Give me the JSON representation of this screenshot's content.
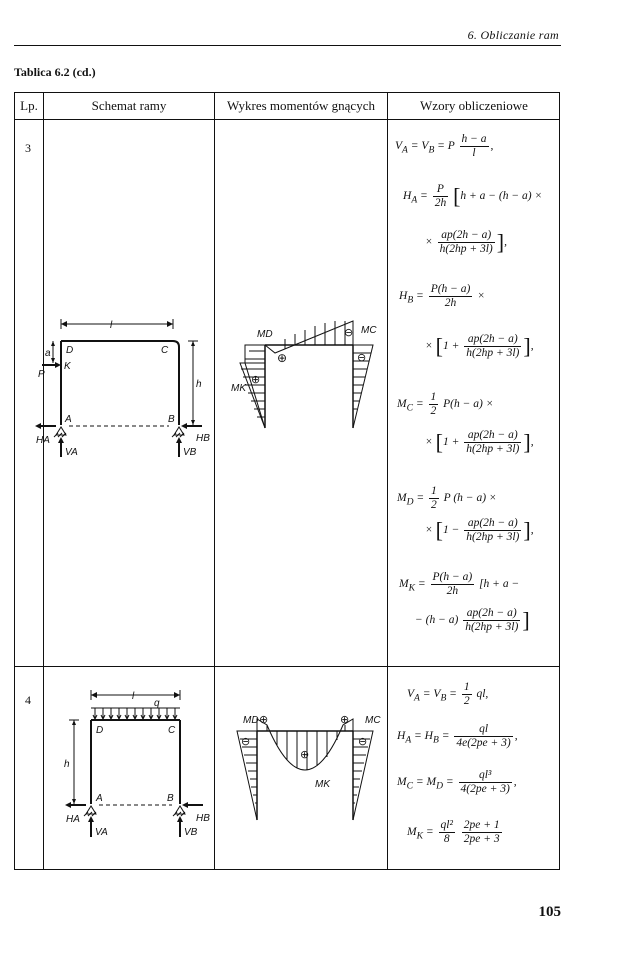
{
  "header": {
    "running_head": "6. Obliczanie ram"
  },
  "table": {
    "caption": "Tablica 6.2 (cd.)",
    "columns": [
      "Lp.",
      "Schemat ramy",
      "Wykres momentów gnących",
      "Wzory obliczeniowe"
    ],
    "rows": [
      {
        "number": "3",
        "scheme_labels": {
          "l": "l",
          "a": "a",
          "h": "h",
          "P": "P",
          "K": "K",
          "D": "D",
          "C": "C",
          "A": "A",
          "B": "B",
          "HA": "HA",
          "HB": "HB",
          "VA": "VA",
          "VB": "VB"
        },
        "diagram_labels": {
          "MD": "MD",
          "MC": "MC",
          "MK": "MK",
          "plus": "⊕",
          "minus": "⊖"
        },
        "formulas": {
          "f1_lhs": "V",
          "f1_sub1": "A",
          "f1_mid": "= V",
          "f1_sub2": "B",
          "f1_eq": "= P",
          "f1_num": "h − a",
          "f1_den": "l",
          "f1_end": ",",
          "f2_lhs": "H",
          "f2_sub": "A",
          "f2_eq": "=",
          "f2_num": "P",
          "f2_den": "2h",
          "f2_body": "h + a − (h − a) ×",
          "f3_pre": "×",
          "f3_num": "ap(2h − a)",
          "f3_den": "h(2hp + 3l)",
          "f3_end": ",",
          "f4_lhs": "H",
          "f4_sub": "B",
          "f4_eq": "=",
          "f4_num": "P(h − a)",
          "f4_den": "2h",
          "f4_end": "×",
          "f5_pre": "×",
          "f5_one": "1 +",
          "f5_num": "ap(2h − a)",
          "f5_den": "h(2hp + 3l)",
          "f5_end": ",",
          "f6_lhs": "M",
          "f6_sub": "C",
          "f6_eq": "=",
          "f6_num": "1",
          "f6_den": "2",
          "f6_body": "P(h − a) ×",
          "f7_pre": "×",
          "f7_one": "1 +",
          "f7_num": "ap(2h − a)",
          "f7_den": "h(2hp + 3l)",
          "f7_end": ",",
          "f8_lhs": "M",
          "f8_sub": "D",
          "f8_eq": "=",
          "f8_num": "1",
          "f8_den": "2",
          "f8_body": "P (h − a) ×",
          "f9_pre": "×",
          "f9_one": "1 −",
          "f9_num": "ap(2h − a)",
          "f9_den": "h(2hp + 3l)",
          "f9_end": ",",
          "f10_lhs": "M",
          "f10_sub": "K",
          "f10_eq": "=",
          "f10_num": "P(h − a)",
          "f10_den": "2h",
          "f10_body": "[h + a −",
          "f11_pre": "− (h − a)",
          "f11_num": "ap(2h − a)",
          "f11_den": "h(2hp + 3l)"
        }
      },
      {
        "number": "4",
        "scheme_labels": {
          "l": "l",
          "q": "q",
          "h": "h",
          "D": "D",
          "C": "C",
          "A": "A",
          "B": "B",
          "HA": "HA",
          "HB": "HB",
          "VA": "VA",
          "VB": "VB"
        },
        "diagram_labels": {
          "MD": "MD",
          "MC": "MC",
          "MK": "MK",
          "plus": "⊕",
          "minus": "⊖"
        },
        "formulas": {
          "g1_lhs": "V",
          "g1_sub1": "A",
          "g1_mid": "= V",
          "g1_sub2": "B",
          "g1_eq": "=",
          "g1_num": "1",
          "g1_den": "2",
          "g1_end": "ql,",
          "g2_lhs": "H",
          "g2_sub1": "A",
          "g2_mid": "= H",
          "g2_sub2": "B",
          "g2_eq": "=",
          "g2_num": "ql",
          "g2_den": "4e(2pe + 3)",
          "g2_end": ",",
          "g3_lhs": "M",
          "g3_sub1": "C",
          "g3_mid": "= M",
          "g3_sub2": "D",
          "g3_eq": "=",
          "g3_num": "ql³",
          "g3_den": "4(2pe + 3)",
          "g3_end": ",",
          "g4_lhs": "M",
          "g4_sub": "K",
          "g4_eq": "=",
          "g4_num1": "ql²",
          "g4_den1": "8",
          "g4_num2": "2pe + 1",
          "g4_den2": "2pe + 3"
        }
      }
    ]
  },
  "footer": {
    "page_number": "105"
  }
}
